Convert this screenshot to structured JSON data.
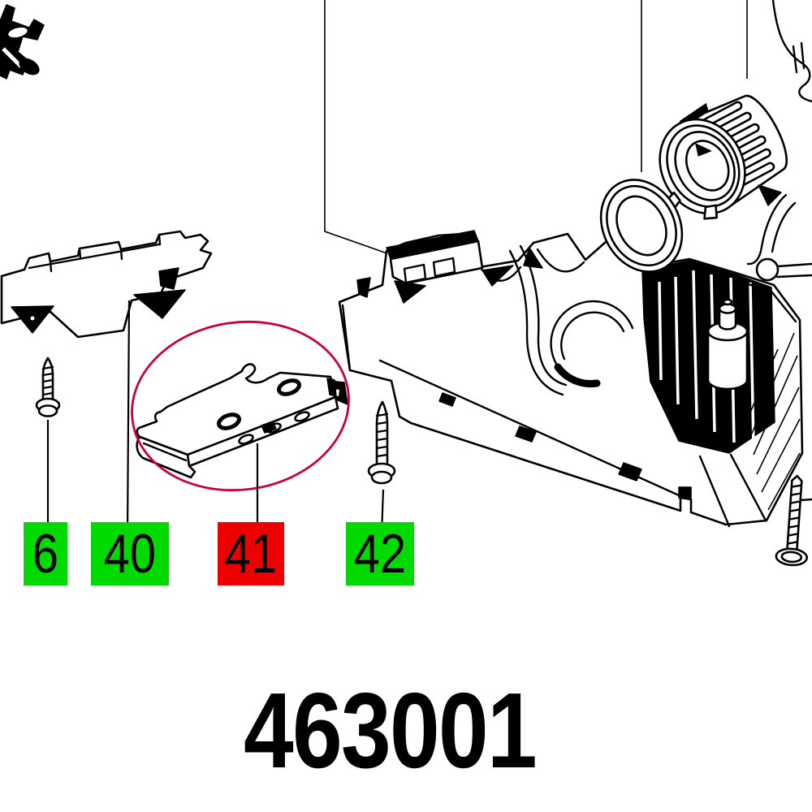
{
  "page": {
    "background": "#ffffff"
  },
  "diagram": {
    "part_number": "463001",
    "labels": [
      {
        "value": "6",
        "color_name": "green",
        "color_hex": "#00da00",
        "highlighted": false
      },
      {
        "value": "40",
        "color_name": "green",
        "color_hex": "#00da00",
        "highlighted": false
      },
      {
        "value": "41",
        "color_name": "red",
        "color_hex": "#ee0000",
        "highlighted": true
      },
      {
        "value": "42",
        "color_name": "green",
        "color_hex": "#00da00",
        "highlighted": false
      }
    ],
    "colors": {
      "line": "#000000",
      "highlight_ellipse": "#cc0033",
      "label_text": "#000000"
    }
  }
}
